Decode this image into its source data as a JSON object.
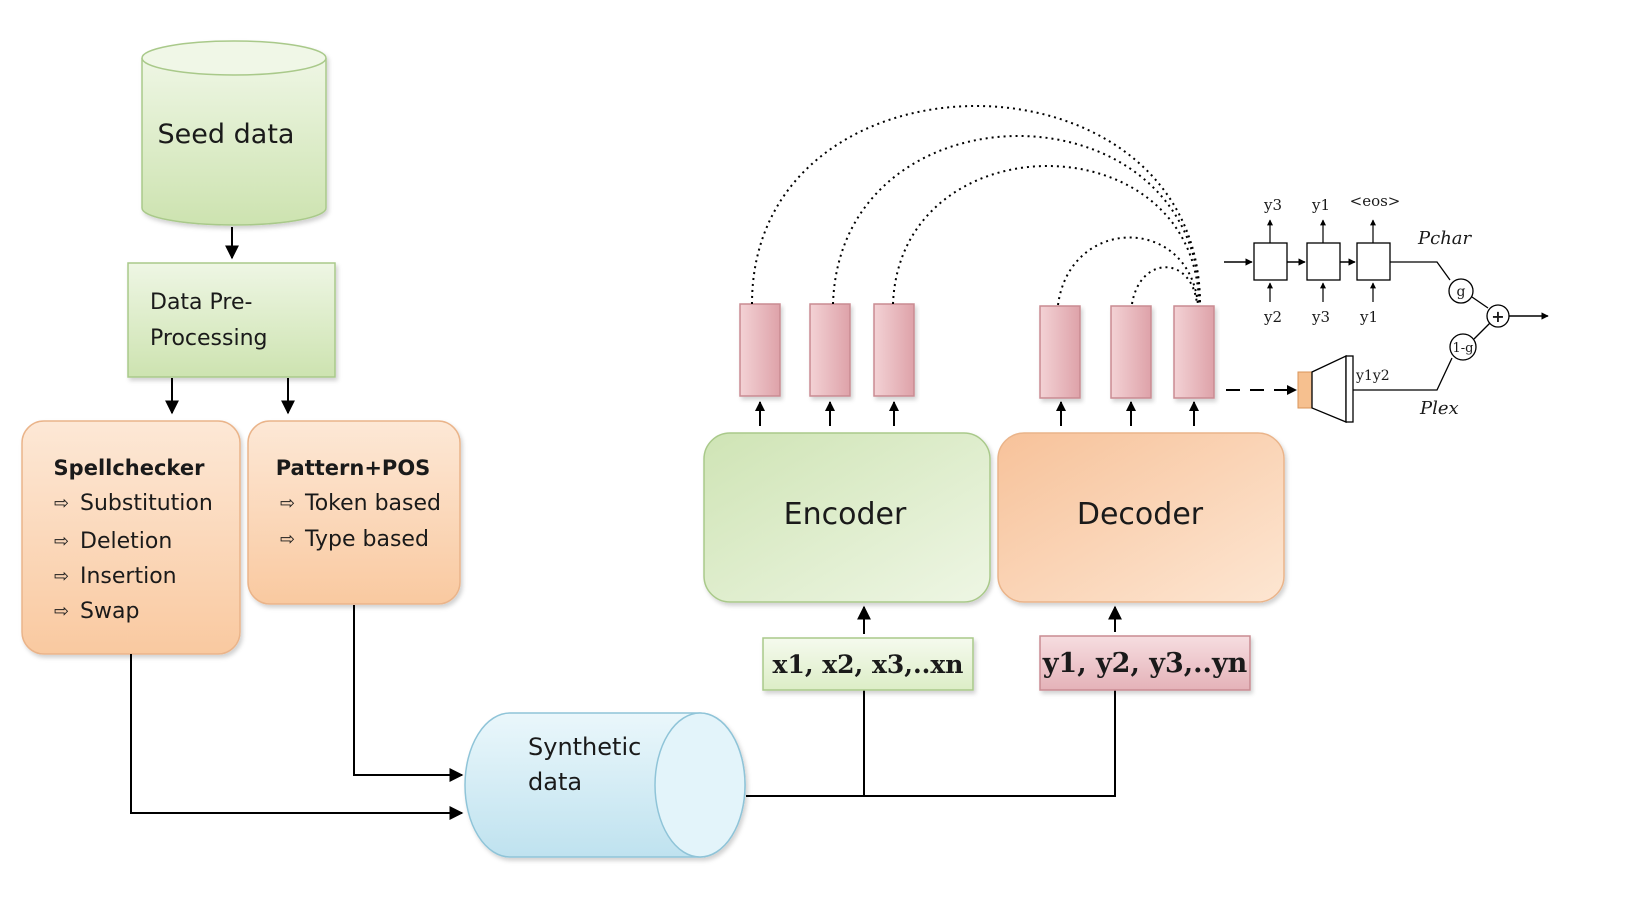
{
  "seed": {
    "label": "Seed data"
  },
  "preprocess": {
    "line1": "Data Pre-",
    "line2": "Processing"
  },
  "spellchecker": {
    "title": "Spellchecker",
    "bullet": "⇨",
    "items": [
      "Substitution",
      "Deletion",
      "Insertion",
      "Swap"
    ]
  },
  "pattern": {
    "title": "Pattern+POS",
    "bullet": "⇨",
    "items": [
      "Token based",
      "Type based"
    ]
  },
  "synthetic": {
    "line1": "Synthetic",
    "line2": "data"
  },
  "encoder": {
    "label": "Encoder"
  },
  "decoder": {
    "label": "Decoder"
  },
  "input_seq": {
    "label": "x1, x2, x3,..xn"
  },
  "output_seq": {
    "label": "y1, y2, y3,..yn"
  },
  "char_decoder": {
    "top_labels": [
      "y3",
      "y1",
      "<eos>"
    ],
    "bottom_labels": [
      "y2",
      "y3",
      "y1"
    ],
    "pchar": "Pchar",
    "plex": "Plex",
    "gate_g": "g",
    "gate_1g": "1-g",
    "plus": "+",
    "lex_label": "y1y2"
  },
  "colors": {
    "green_fill": "#d9ebc1",
    "green_stroke": "#a9c98a",
    "orange_fill": "#fbd3b0",
    "orange_stroke": "#eab48a",
    "pink_fill": "#e9b6bb",
    "pink_stroke": "#c98b92",
    "blue_fill": "#d3ecf5",
    "blue_stroke": "#8fc4d8"
  }
}
